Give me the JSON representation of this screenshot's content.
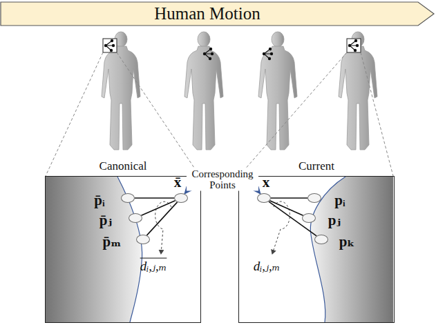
{
  "diagram": {
    "title": "Human Motion",
    "nodes": [
      {
        "text": [
          "Canonical"
        ]
      },
      {
        "text": [
          "p̄ᵢ"
        ],
        "in": 0
      },
      {
        "text": [
          "p̄ⱼ"
        ],
        "in": 0
      },
      {
        "text": [
          "p̄ₘ"
        ],
        "in": 0
      },
      {
        "text": [
          "x̄"
        ],
        "in": 0
      },
      {
        "text": [
          "Current"
        ]
      },
      {
        "text": [
          "x"
        ],
        "in": 5
      },
      {
        "text": [
          "pᵢ"
        ],
        "in": 5
      },
      {
        "text": [
          "pⱼ"
        ],
        "in": 5
      },
      {
        "text": [
          "pₖ"
        ],
        "in": 5
      }
    ],
    "edges": [
      {
        "from": 4,
        "to": 1,
        "arrow": "none"
      },
      {
        "from": 4,
        "to": 2,
        "arrow": "none"
      },
      {
        "from": 4,
        "to": 3,
        "arrow": "none"
      },
      {
        "from": 6,
        "to": 7,
        "arrow": "none"
      },
      {
        "from": 6,
        "to": 8,
        "arrow": "none"
      },
      {
        "from": 6,
        "to": 9,
        "arrow": "none"
      },
      {
        "from": 4,
        "to": 6,
        "label": "Corresponding Points",
        "arrow": "both"
      }
    ],
    "labels": [
      "dᵢ,ⱼ,ₘ",
      "dᵢ,ⱼ,ₘ"
    ]
  }
}
